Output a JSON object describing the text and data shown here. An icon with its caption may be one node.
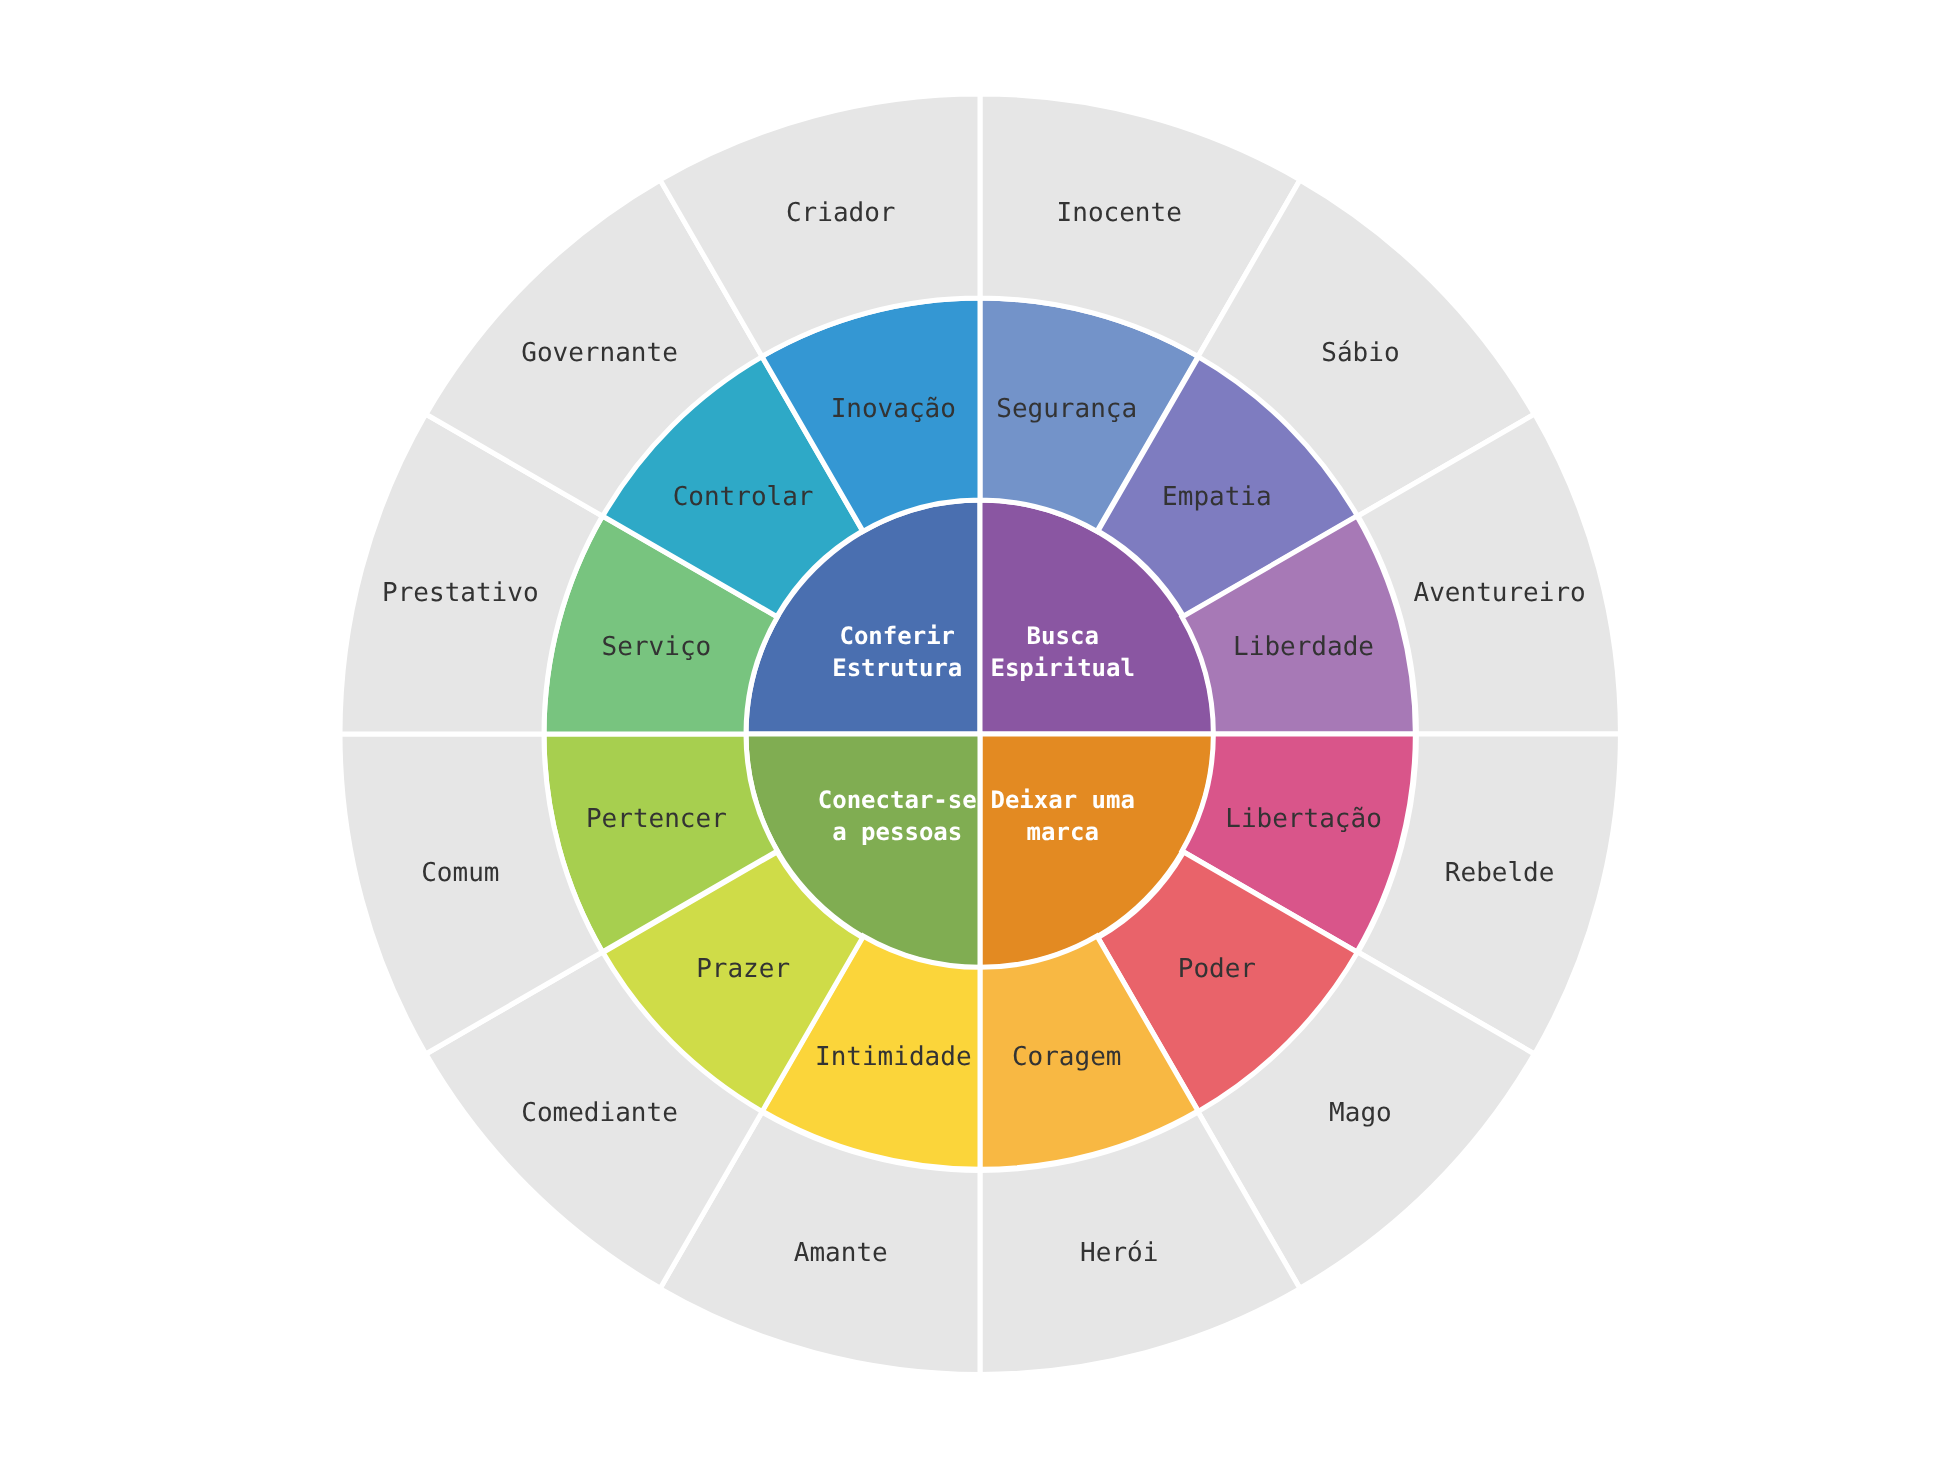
{
  "diagram": {
    "nodes": [
      {
        "text": [
          "Conferir Estrutura"
        ]
      },
      {
        "text": [
          "Busca Espiritual"
        ]
      },
      {
        "text": [
          "Deixar uma marca"
        ]
      },
      {
        "text": [
          "Conectar-se a pessoas"
        ]
      },
      {
        "text": [
          "Segurança"
        ]
      },
      {
        "text": [
          "Empatia"
        ]
      },
      {
        "text": [
          "Liberdade"
        ]
      },
      {
        "text": [
          "Libertação"
        ]
      },
      {
        "text": [
          "Poder"
        ]
      },
      {
        "text": [
          "Coragem"
        ]
      },
      {
        "text": [
          "Intimidade"
        ]
      },
      {
        "text": [
          "Prazer"
        ]
      },
      {
        "text": [
          "Pertencer"
        ]
      },
      {
        "text": [
          "Serviço"
        ]
      },
      {
        "text": [
          "Controlar"
        ]
      },
      {
        "text": [
          "Inovação"
        ]
      },
      {
        "text": [
          "Inocente"
        ]
      },
      {
        "text": [
          "Sábio"
        ]
      },
      {
        "text": [
          "Aventureiro"
        ]
      },
      {
        "text": [
          "Rebelde"
        ]
      },
      {
        "text": [
          "Mago"
        ]
      },
      {
        "text": [
          "Herói"
        ]
      },
      {
        "text": [
          "Amante"
        ]
      },
      {
        "text": [
          "Comediante"
        ]
      },
      {
        "text": [
          "Comum"
        ]
      },
      {
        "text": [
          "Prestativo"
        ]
      },
      {
        "text": [
          "Governante"
        ]
      },
      {
        "text": [
          "Criador"
        ]
      }
    ]
  }
}
